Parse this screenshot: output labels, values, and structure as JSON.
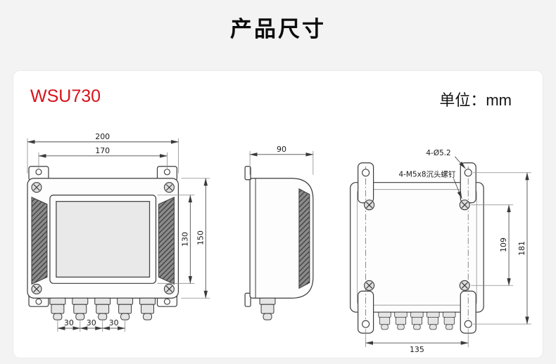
{
  "page": {
    "title": "产品尺寸"
  },
  "panel": {
    "model": "WSU730",
    "unit_label": "单位：mm"
  },
  "colors": {
    "model_accent": "#d8121b",
    "page_background": "#f3f3f3",
    "panel_background": "#ffffff",
    "drawing_line": "#3a3a3a"
  },
  "drawings": {
    "front_view": {
      "dim_width_outer": "200",
      "dim_width_inner": "170",
      "dim_height_inner": "130",
      "dim_height_outer": "150",
      "dim_gland_spacings": [
        "30",
        "30",
        "30"
      ]
    },
    "side_view": {
      "dim_depth": "90"
    },
    "back_view": {
      "callout_holes": "4-Ø5.2",
      "callout_screws": "4-M5x8沉头螺钉",
      "dim_screw_spacing_v": "109",
      "dim_mount_spacing_v": "181",
      "dim_mount_spacing_h": "135"
    }
  }
}
